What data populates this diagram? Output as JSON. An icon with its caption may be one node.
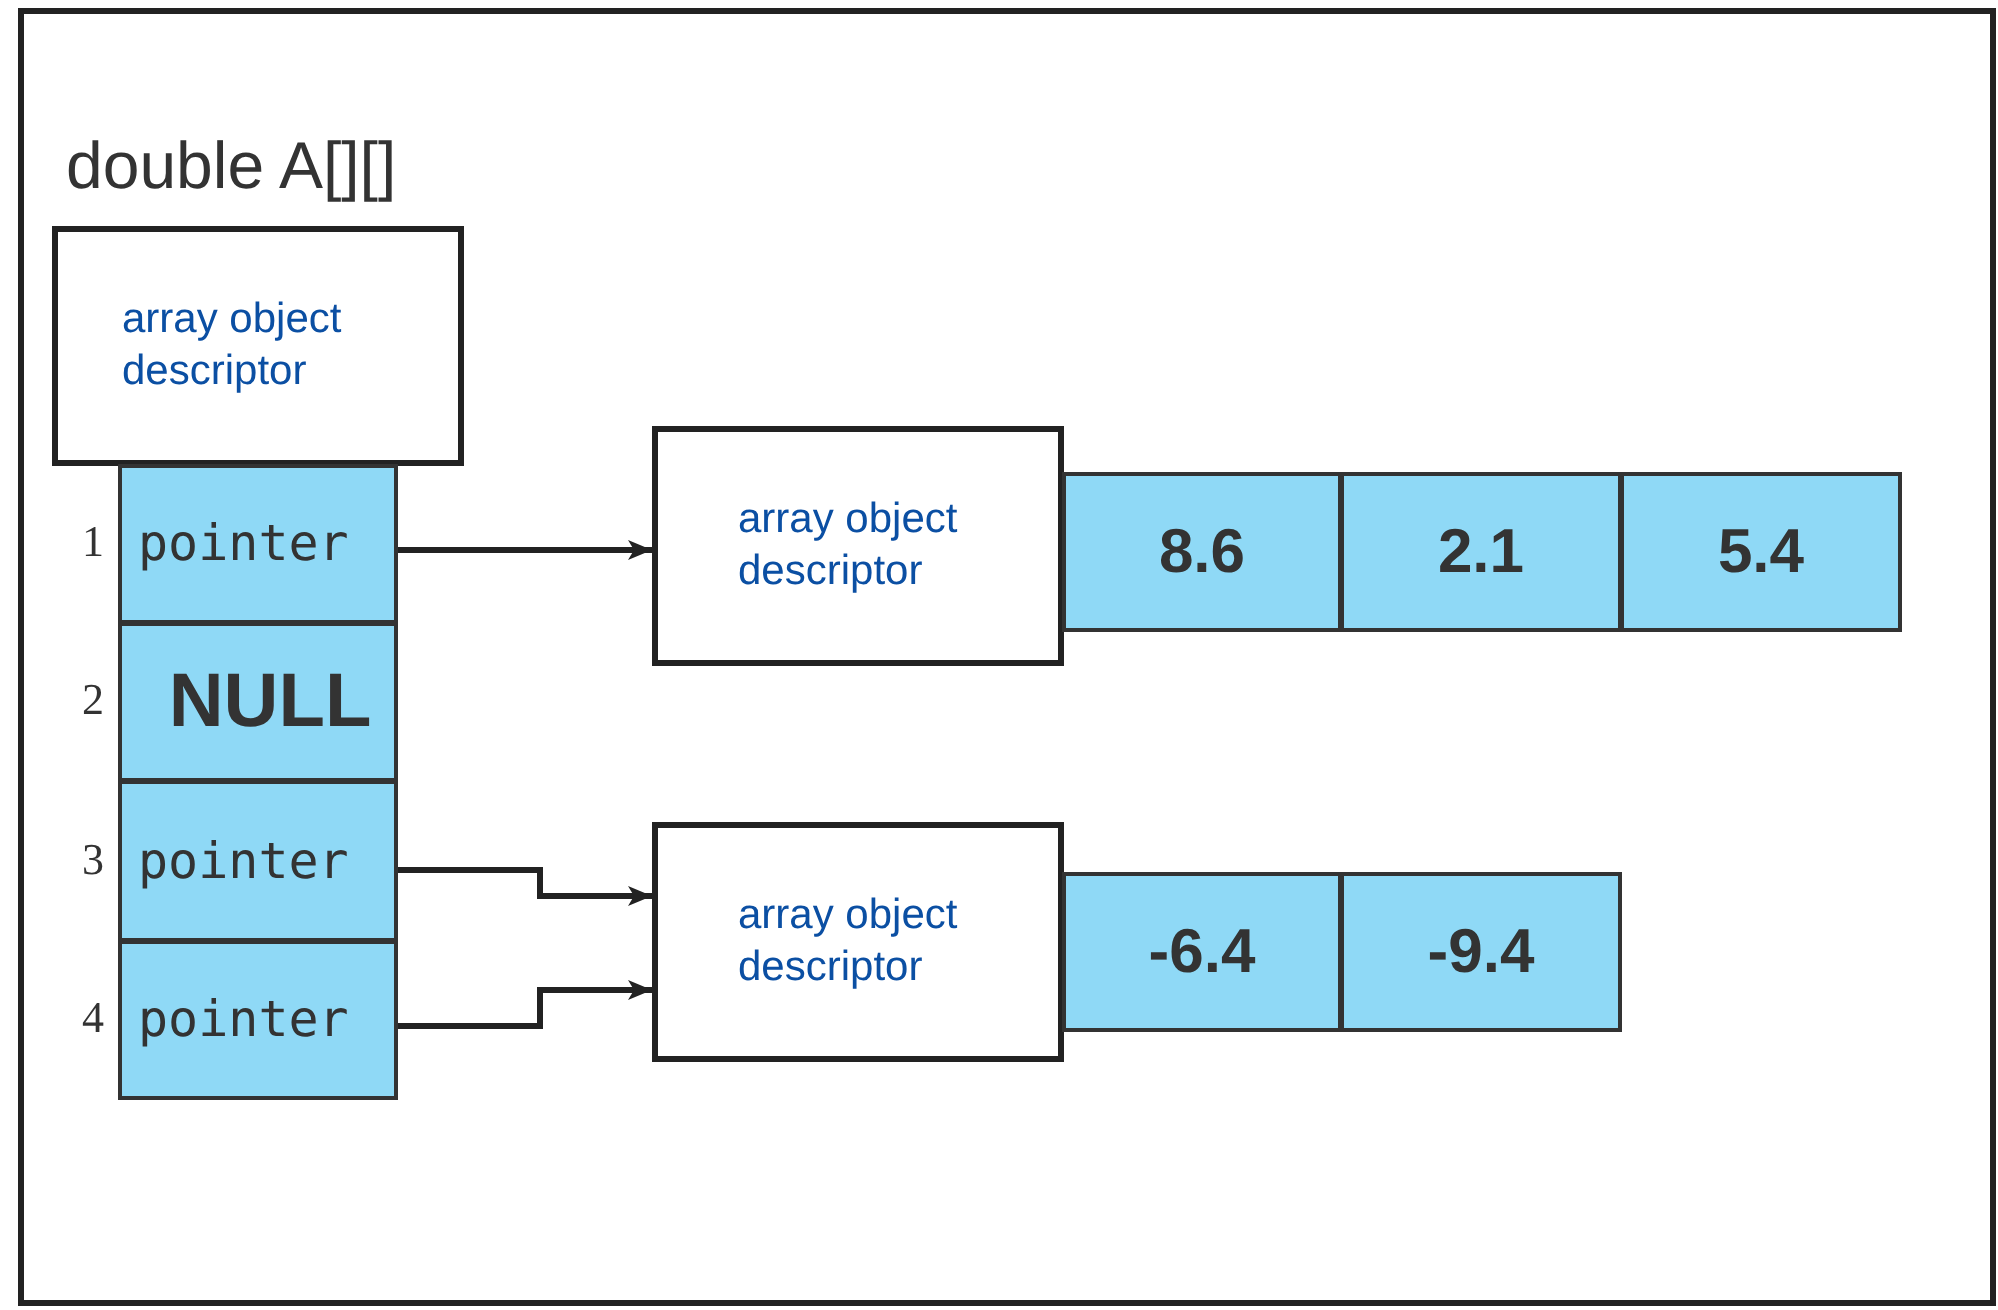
{
  "diagram": {
    "title": "double A[][]",
    "nodes": [
      {
        "text": [
          "array object descriptor"
        ]
      },
      {
        "text": [
          "pointer"
        ],
        "beside": [
          "1"
        ]
      },
      {
        "text": [
          "NULL"
        ],
        "beside": [
          "2"
        ]
      },
      {
        "text": [
          "pointer"
        ],
        "beside": [
          "3"
        ]
      },
      {
        "text": [
          "pointer"
        ],
        "beside": [
          "4"
        ]
      },
      {
        "text": [
          "array object descriptor"
        ]
      },
      {
        "text": [
          "8.6"
        ]
      },
      {
        "text": [
          "2.1"
        ]
      },
      {
        "text": [
          "5.4"
        ]
      },
      {
        "text": [
          "array object descriptor"
        ]
      },
      {
        "text": [
          "-6.4"
        ]
      },
      {
        "text": [
          "-9.4"
        ]
      }
    ],
    "edges": [
      {
        "from": 1,
        "to": 5,
        "arrow": "to"
      },
      {
        "from": 3,
        "to": 9,
        "arrow": "to"
      },
      {
        "from": 4,
        "to": 9,
        "arrow": "to"
      }
    ]
  }
}
